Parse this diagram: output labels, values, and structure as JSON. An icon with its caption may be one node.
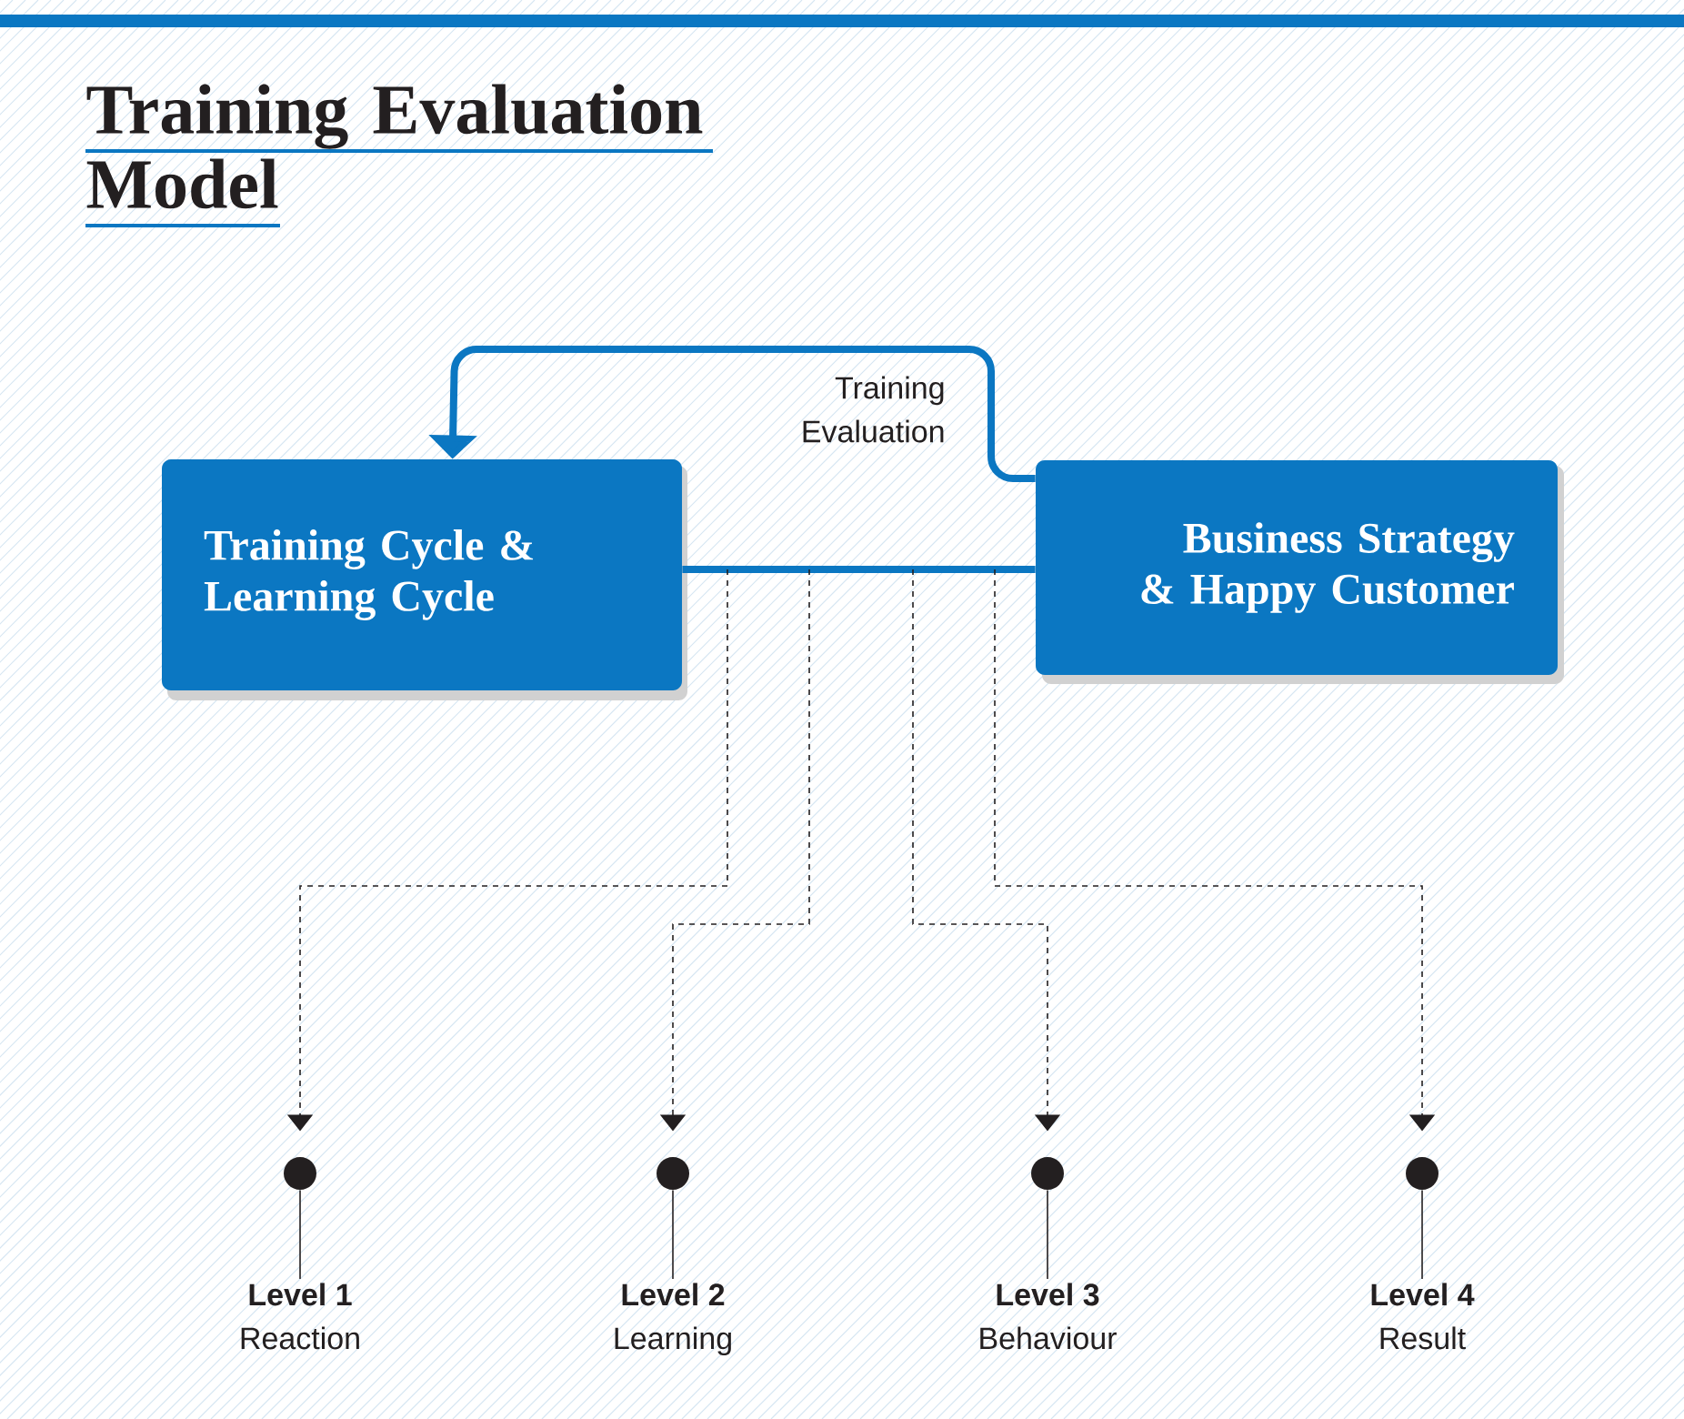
{
  "diagram": {
    "title": "Training Evaluation Model",
    "nodes": [
      {
        "text": [
          "Training Cycle & Learning Cycle"
        ]
      },
      {
        "text": [
          "Business Strategy & Happy Customer"
        ]
      },
      {
        "text": [],
        "shape": "circle"
      },
      {
        "text": [],
        "shape": "circle"
      },
      {
        "text": [],
        "shape": "circle"
      },
      {
        "text": [],
        "shape": "circle"
      },
      {
        "text": [
          "Level 1",
          "Reaction"
        ]
      },
      {
        "text": [
          "Level 2",
          "Learning"
        ]
      },
      {
        "text": [
          "Level 3",
          "Behaviour"
        ]
      },
      {
        "text": [
          "Level 4",
          "Result"
        ]
      }
    ],
    "edges": [
      {
        "from": 1,
        "to": 0,
        "arrow": "to",
        "label": "Training Evaluation",
        "style": "thick",
        "color": "#0b77c2"
      },
      {
        "from": 0,
        "to": 1,
        "arrow": "none",
        "style": "thick",
        "color": "#0b77c2"
      },
      {
        "from": null,
        "to": 2,
        "arrow": "to",
        "style": "dashed"
      },
      {
        "from": null,
        "to": 3,
        "arrow": "to",
        "style": "dashed"
      },
      {
        "from": null,
        "to": 4,
        "arrow": "to",
        "style": "dashed"
      },
      {
        "from": null,
        "to": 5,
        "arrow": "to",
        "style": "dashed"
      },
      {
        "from": 2,
        "to": 6,
        "arrow": "none"
      },
      {
        "from": 3,
        "to": 7,
        "arrow": "none"
      },
      {
        "from": 4,
        "to": 8,
        "arrow": "none"
      },
      {
        "from": 5,
        "to": 9,
        "arrow": "none"
      }
    ]
  }
}
